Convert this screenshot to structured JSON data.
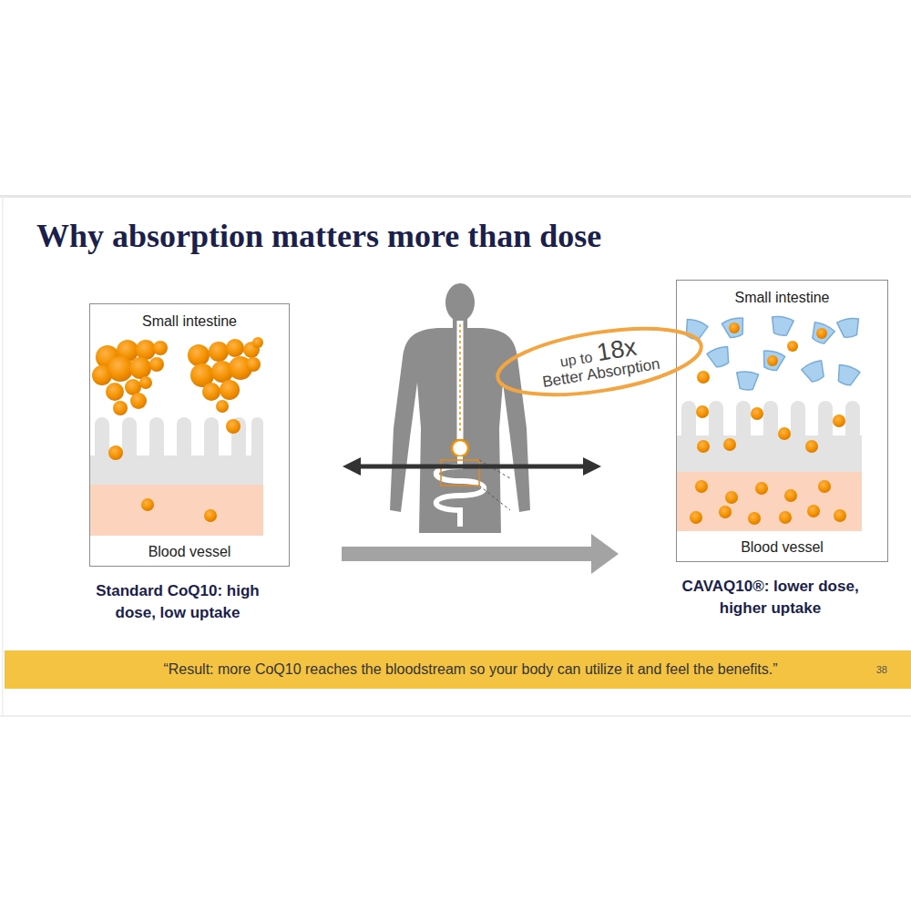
{
  "diagram": {
    "title": "Why absorption matters more than dose",
    "nodes": [
      {
        "text": [
          "Small intestine",
          "Blood vessel",
          "Standard CoQ10: high dose, low uptake"
        ]
      },
      {
        "text": [
          "Small intestine",
          "Blood vessel",
          "CAVAQ10®: lower dose, higher uptake"
        ]
      },
      {
        "text": [
          "up to",
          "18x",
          "Better Absorption"
        ]
      },
      {
        "text": [
          "“Result: more CoQ10 reaches the bloodstream so your body can utilize it and feel the benefits.”",
          "38"
        ]
      }
    ],
    "edges": [
      {
        "from": 0,
        "to": 1,
        "arrow": "both"
      },
      {
        "from": 0,
        "to": 1,
        "arrow": "to"
      }
    ]
  }
}
